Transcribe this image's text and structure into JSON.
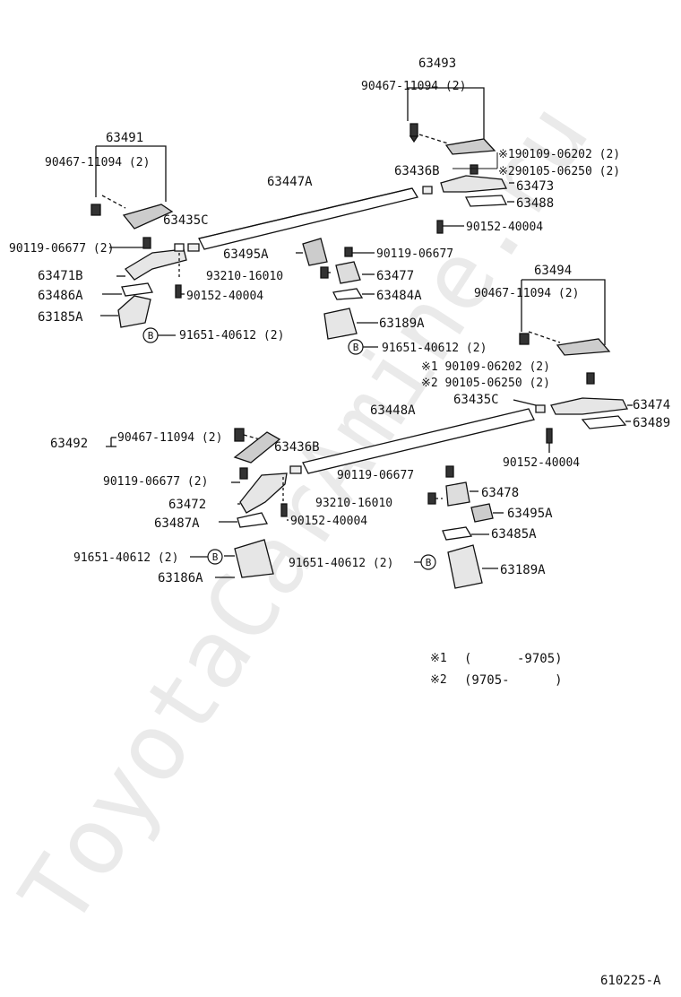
{
  "diagram": {
    "watermark": "ToyotaCarAmine.ru",
    "figure_code": "610225-A",
    "labels": [
      "63493",
      "90467-11094 (2)",
      "※190109-06202 (2)",
      "※290105-06250 (2)",
      "63436B",
      "63473",
      "63488",
      "90152-40004",
      "63491",
      "90467-11094 (2)",
      "63447A",
      "63435C",
      "90119-06677 (2)",
      "63495A",
      "90119-06677",
      "63471B",
      "93210-16010",
      "63477",
      "63486A",
      "90152-40004",
      "63484A",
      "63185A",
      "91651-40612 (2)",
      "63189A",
      "91651-40612 (2)",
      "63494",
      "90467-11094 (2)",
      "※1 90109-06202 (2)",
      "※2 90105-06250 (2)",
      "63435C",
      "63474",
      "63448A",
      "63489",
      "63492",
      "90467-11094 (2)",
      "63436B",
      "90152-40004",
      "90119-06677 (2)",
      "90119-06677",
      "63472",
      "93210-16010",
      "63478",
      "63487A",
      "90152-40004",
      "63495A",
      "63485A",
      "91651-40612 (2)",
      "63186A",
      "91651-40612 (2)",
      "63189A"
    ],
    "badge_letter": "B",
    "notes": [
      {
        "mark": "※1",
        "range": "(      -9705)"
      },
      {
        "mark": "※2",
        "range": "(9705-      )"
      }
    ]
  }
}
